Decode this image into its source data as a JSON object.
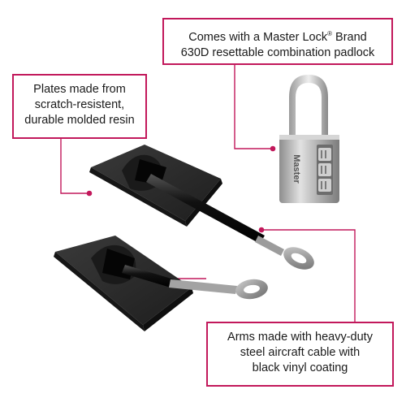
{
  "callouts": {
    "padlock": {
      "line1_prefix": "Comes with a  Master Lock",
      "registered_mark": "®",
      "line1_suffix": " Brand",
      "line2": "630D resettable combination padlock"
    },
    "plates": {
      "line1": "Plates made from",
      "line2": "scratch-resistent,",
      "line3": "durable molded resin"
    },
    "arms": {
      "line1": "Arms made with heavy-duty",
      "line2": "steel  aircraft cable with",
      "line3": "black vinyl coating"
    }
  },
  "padlock_body_text": "Master",
  "colors": {
    "accent": "#c2185b",
    "plate": "#2b2b2b",
    "steel": "#a8a8a8",
    "background": "#ffffff"
  },
  "icons": {
    "padlock": "padlock-photo",
    "plates": "mounting-plates-photo",
    "arm": "steel-cable-arm"
  }
}
